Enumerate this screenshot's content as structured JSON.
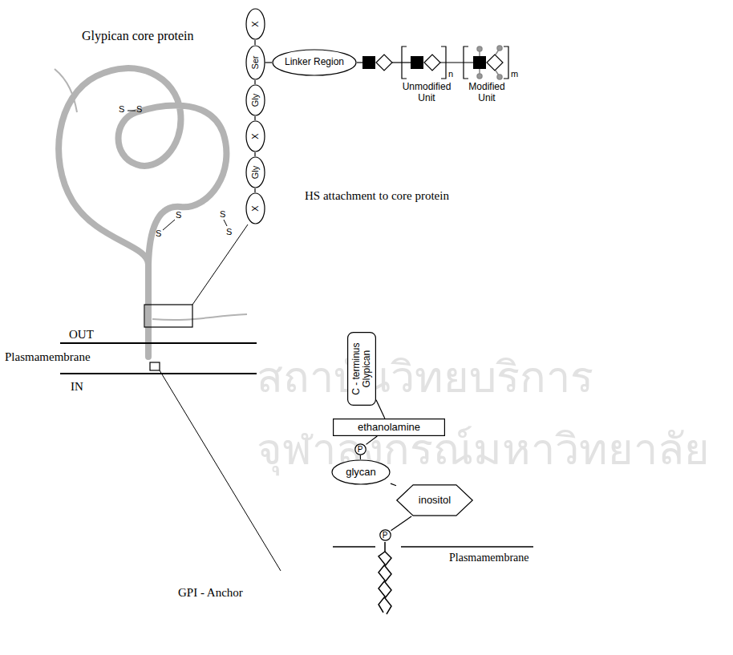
{
  "diagram": {
    "nodes": [
      {
        "text": [
          "X"
        ]
      },
      {
        "text": [
          "Ser"
        ]
      },
      {
        "text": [
          "Gly"
        ]
      },
      {
        "text": [
          "X"
        ]
      },
      {
        "text": [
          "Gly"
        ]
      },
      {
        "text": [
          "X"
        ]
      },
      {
        "text": [
          "Linker Region"
        ]
      },
      {
        "text": [
          "C - terminus Glypican"
        ]
      },
      {
        "text": [
          "ethanolamine"
        ]
      },
      {
        "text": [
          "P"
        ]
      },
      {
        "text": [
          "glycan"
        ]
      },
      {
        "text": [
          "inositol"
        ]
      },
      {
        "text": [
          "P"
        ]
      }
    ],
    "edges": [
      {
        "from": 0,
        "to": 1,
        "arrow": "none"
      },
      {
        "from": 1,
        "to": 2,
        "arrow": "none"
      },
      {
        "from": 2,
        "to": 3,
        "arrow": "none"
      },
      {
        "from": 3,
        "to": 4,
        "arrow": "none"
      },
      {
        "from": 4,
        "to": 5,
        "arrow": "none"
      },
      {
        "from": 1,
        "to": 6,
        "arrow": "none"
      },
      {
        "from": 7,
        "to": 8,
        "arrow": "none"
      },
      {
        "from": 8,
        "to": 9,
        "arrow": "none"
      },
      {
        "from": 9,
        "to": 10,
        "arrow": "none"
      },
      {
        "from": 10,
        "to": 11,
        "arrow": "none"
      },
      {
        "from": 11,
        "to": 12,
        "arrow": "none"
      }
    ],
    "labels": [
      "Glypican core protein",
      "HS attachment to core protein",
      "Unmodified Unit",
      "Modified Unit",
      "n",
      "m",
      "S",
      "S",
      "S",
      "S",
      "S",
      "S",
      "OUT",
      "Plasmamembrane",
      "IN",
      "GPI - Anchor",
      "Plasmamembrane",
      "สถาบันวิทยบริการ",
      "จุฬาลงกรณ์มหาวิทยาลัย"
    ]
  }
}
